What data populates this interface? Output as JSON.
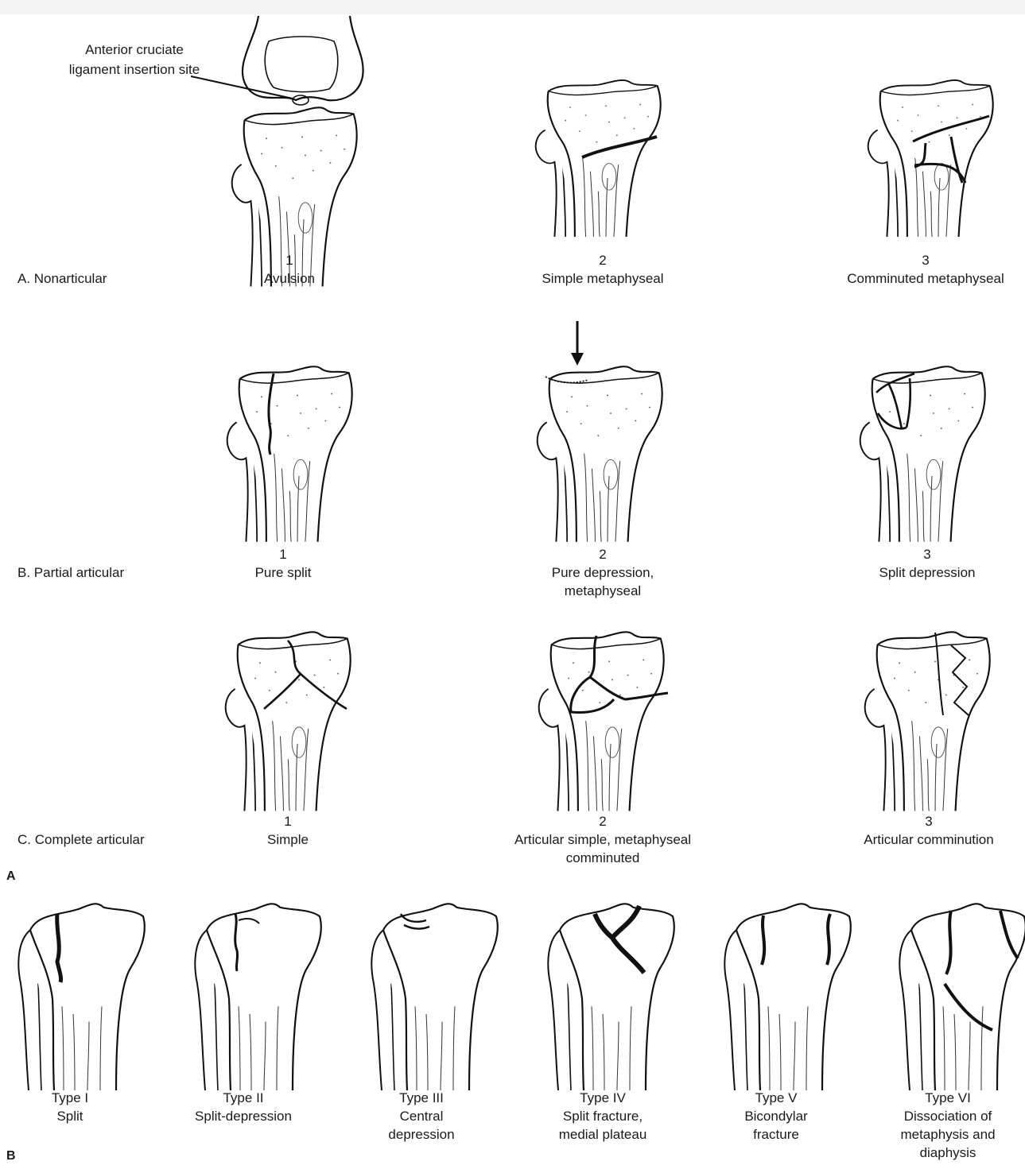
{
  "top_strip_color": "#f4f4f4",
  "annotation": "Anterior cruciate ligament insertion site",
  "panel_a_letter": "A",
  "panel_b_letter": "B",
  "rows": [
    {
      "title": "A. Nonarticular",
      "items": [
        {
          "num": "1",
          "caption": "Avulsion"
        },
        {
          "num": "2",
          "caption": "Simple metaphyseal"
        },
        {
          "num": "3",
          "caption": "Comminuted metaphyseal"
        }
      ]
    },
    {
      "title": "B. Partial articular",
      "items": [
        {
          "num": "1",
          "caption": "Pure split"
        },
        {
          "num": "2",
          "caption": "Pure depression, metaphyseal"
        },
        {
          "num": "3",
          "caption": "Split depression"
        }
      ]
    },
    {
      "title": "C. Complete articular",
      "items": [
        {
          "num": "1",
          "caption": "Simple"
        },
        {
          "num": "2",
          "caption": "Articular simple, metaphyseal comminuted"
        },
        {
          "num": "3",
          "caption": "Articular comminution"
        }
      ]
    }
  ],
  "schatzker": [
    {
      "type": "Type I",
      "desc": "Split"
    },
    {
      "type": "Type II",
      "desc": "Split-depression"
    },
    {
      "type": "Type III",
      "desc": "Central depression"
    },
    {
      "type": "Type IV",
      "desc": "Split fracture, medial plateau"
    },
    {
      "type": "Type V",
      "desc": "Bicondylar fracture"
    },
    {
      "type": "Type VI",
      "desc": "Dissociation of metaphysis and diaphysis"
    }
  ]
}
